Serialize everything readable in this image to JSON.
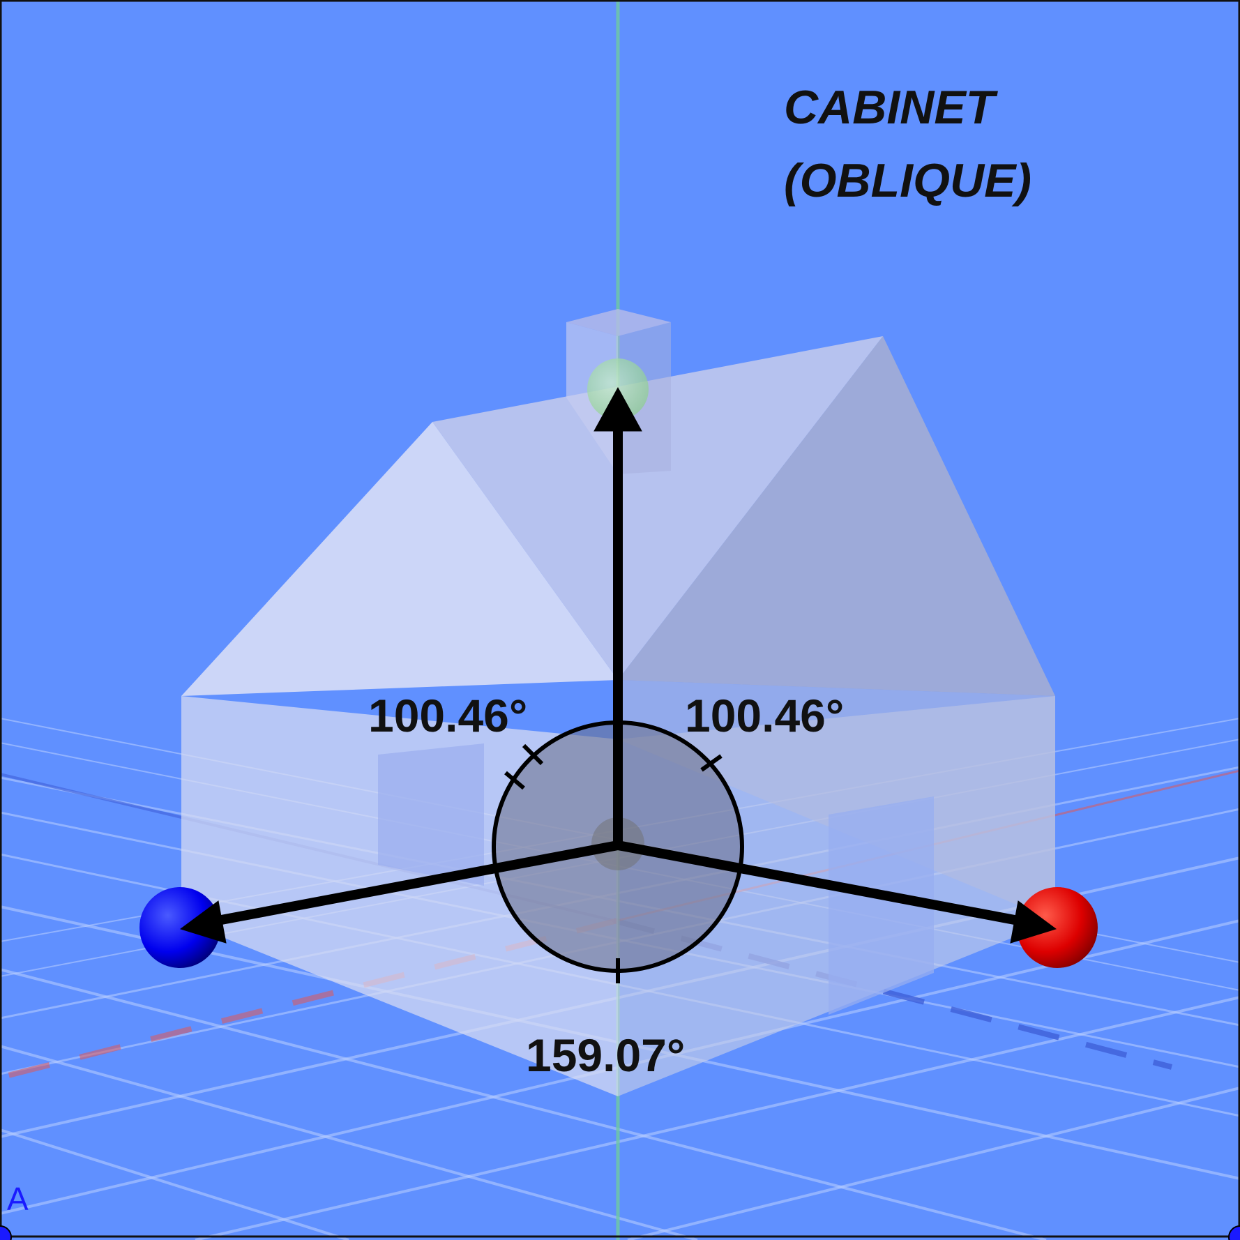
{
  "title": {
    "line1": "CABINET",
    "line2": "(OBLIQUE)"
  },
  "angles": {
    "left_label": "100.46°",
    "right_label": "100.46°",
    "bottom_label": "159.07°"
  },
  "corner_label": "A",
  "colors": {
    "background": "#6090ff",
    "x_axis_sphere": "#dd0000",
    "y_axis_sphere": "#0000ee",
    "z_axis_sphere": "#88dd88",
    "arrows": "#000000"
  }
}
